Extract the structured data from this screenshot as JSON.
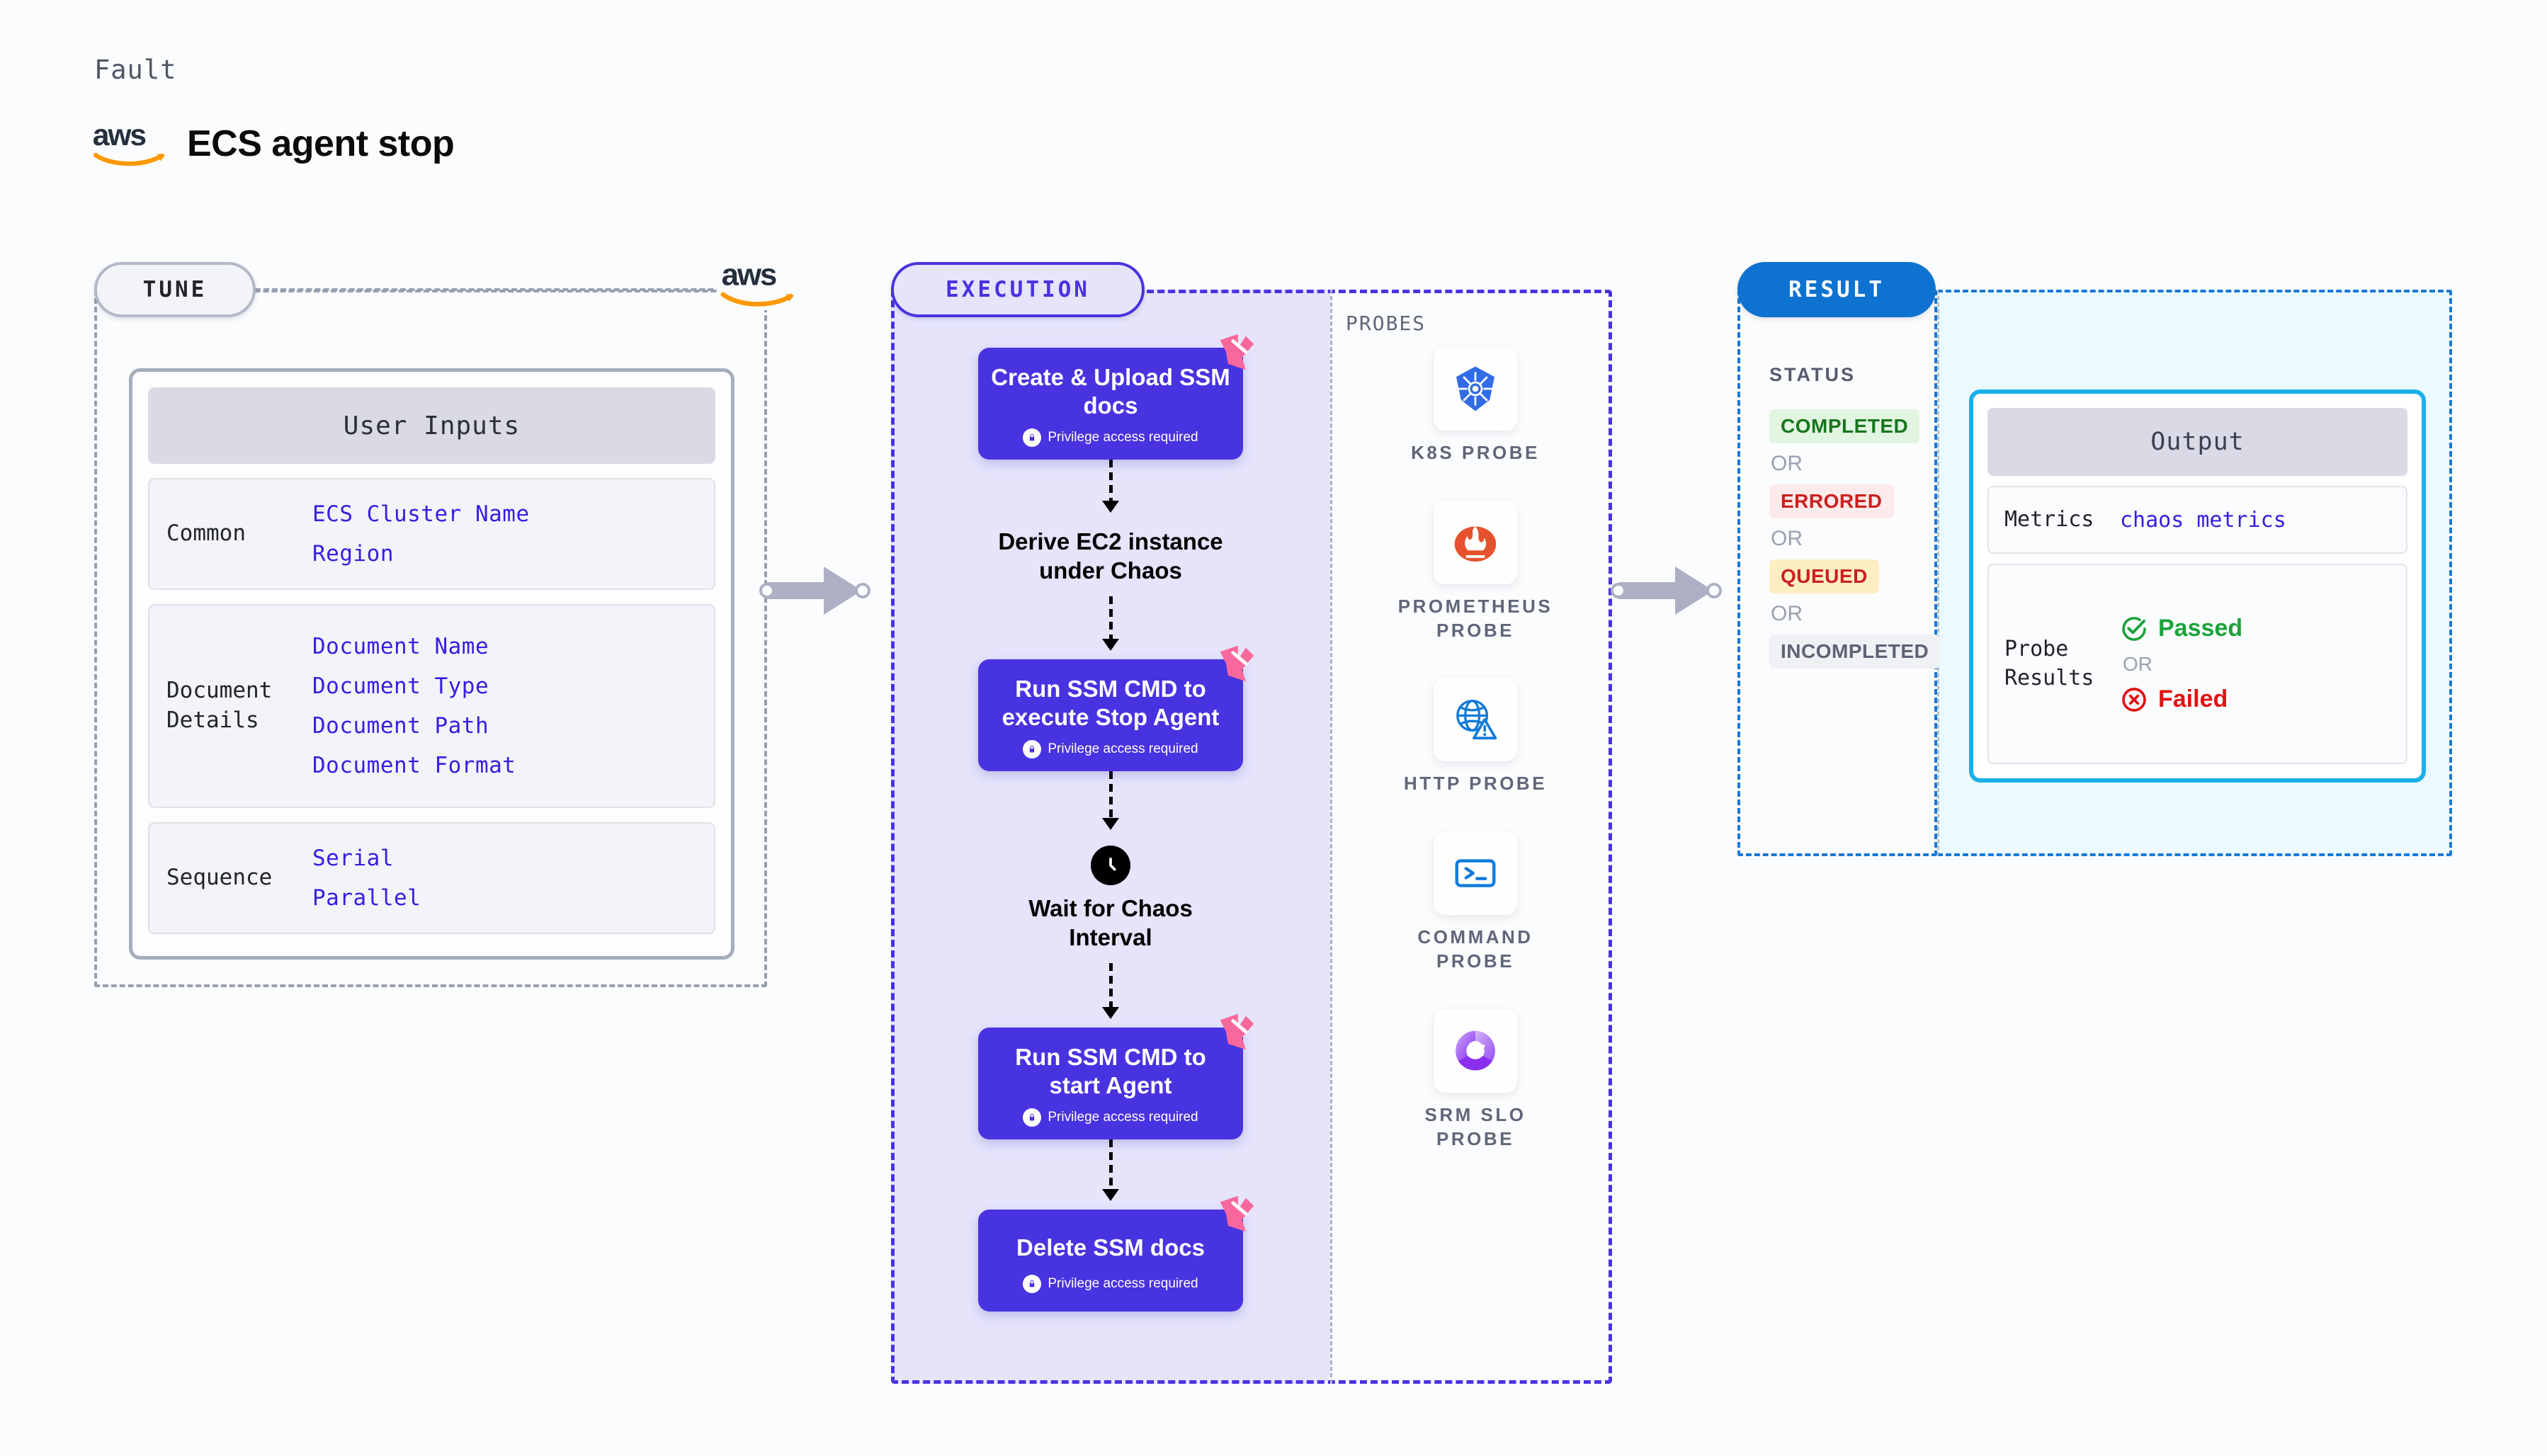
{
  "header": {
    "fault_label": "Fault",
    "title": "ECS agent stop",
    "logo_icon": "aws-logo-icon"
  },
  "tune": {
    "badge": "TUNE",
    "logo_icon": "aws-logo-icon",
    "card_title": "User Inputs",
    "groups": [
      {
        "label": "Common",
        "items": [
          "ECS Cluster Name",
          "Region"
        ]
      },
      {
        "label": "Document\nDetails",
        "label_line1": "Document",
        "label_line2": "Details",
        "items": [
          "Document Name",
          "Document Type",
          "Document Path",
          "Document Format"
        ]
      },
      {
        "label": "Sequence",
        "items": [
          "Serial",
          "Parallel"
        ]
      }
    ]
  },
  "execution": {
    "badge": "EXECUTION",
    "privilege_note": "Privilege access required",
    "nodes": [
      {
        "type": "box",
        "title": "Create & Upload SSM docs",
        "privilege": true
      },
      {
        "type": "plain",
        "title": "Derive EC2 instance under Chaos"
      },
      {
        "type": "box",
        "title": "Run SSM CMD to execute Stop Agent",
        "privilege": true
      },
      {
        "type": "clock",
        "title": "Wait for Chaos Interval"
      },
      {
        "type": "box",
        "title": "Run SSM CMD to start Agent",
        "privilege": true
      },
      {
        "type": "box",
        "title": "Delete SSM docs",
        "privilege": true
      }
    ]
  },
  "probes": {
    "label": "PROBES",
    "items": [
      {
        "name": "K8S PROBE",
        "icon": "kubernetes-icon"
      },
      {
        "name": "PROMETHEUS PROBE",
        "icon": "prometheus-icon"
      },
      {
        "name": "HTTP PROBE",
        "icon": "http-globe-warning-icon"
      },
      {
        "name": "COMMAND PROBE",
        "icon": "terminal-icon"
      },
      {
        "name": "SRM SLO PROBE",
        "icon": "srm-slo-icon"
      }
    ]
  },
  "result": {
    "badge": "RESULT",
    "status_label": "STATUS",
    "or_text": "OR",
    "statuses": [
      {
        "text": "COMPLETED",
        "color": "#18761e",
        "bg": "#e1f5e1"
      },
      {
        "text": "ERRORED",
        "color": "#cc1f1f",
        "bg": "#fdeaea"
      },
      {
        "text": "QUEUED",
        "color": "#cc1f1f",
        "bg": "#fdeec3"
      },
      {
        "text": "INCOMPLETED",
        "color": "#5d6275",
        "bg": "#f0f1f5"
      }
    ],
    "output": {
      "title": "Output",
      "metrics_label": "Metrics",
      "metrics_value": "chaos metrics",
      "probe_results_label_line1": "Probe",
      "probe_results_label_line2": "Results",
      "passed_text": "Passed",
      "failed_text": "Failed",
      "or_text": "OR",
      "passed_color": "#1ba33a",
      "failed_color": "#e01212"
    }
  },
  "colors": {
    "accent_purple": "#4733e0",
    "accent_blue": "#0d72d0",
    "cyan": "#19b0ea",
    "pink": "#f9689d",
    "arrow_grey": "#adb0c4"
  }
}
